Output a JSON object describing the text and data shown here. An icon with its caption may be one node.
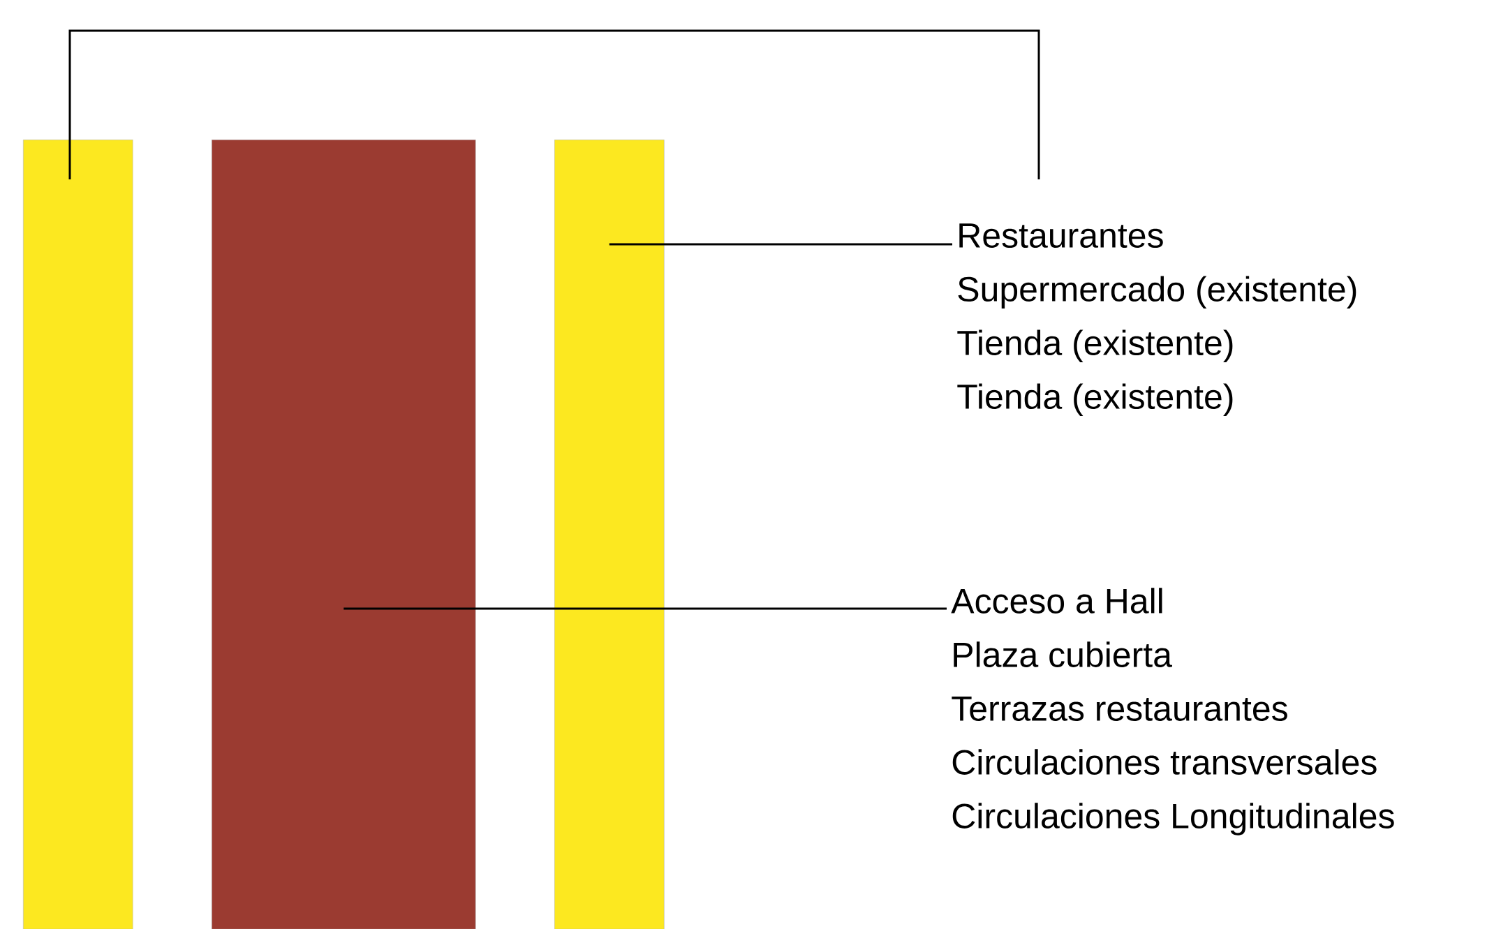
{
  "diagram": {
    "nodes": [
      {
        "text": [],
        "shape": "bar"
      },
      {
        "text": [],
        "shape": "bar"
      },
      {
        "text": [],
        "shape": "bar"
      },
      {
        "text": [
          "Restaurantes",
          "Supermercado (existente)",
          "Tienda (existente)",
          "Tienda (existente)"
        ]
      },
      {
        "text": [
          "Acceso a Hall",
          "Plaza cubierta",
          "Terrazas restaurantes",
          "Circulaciones transversales",
          "Circulaciones Longitudinales"
        ]
      }
    ],
    "edges": [
      {
        "from": 3,
        "to": 2,
        "arrow": "none"
      },
      {
        "from": 3,
        "to": 0,
        "arrow": "none"
      },
      {
        "from": 4,
        "to": 1,
        "arrow": "none"
      }
    ]
  }
}
